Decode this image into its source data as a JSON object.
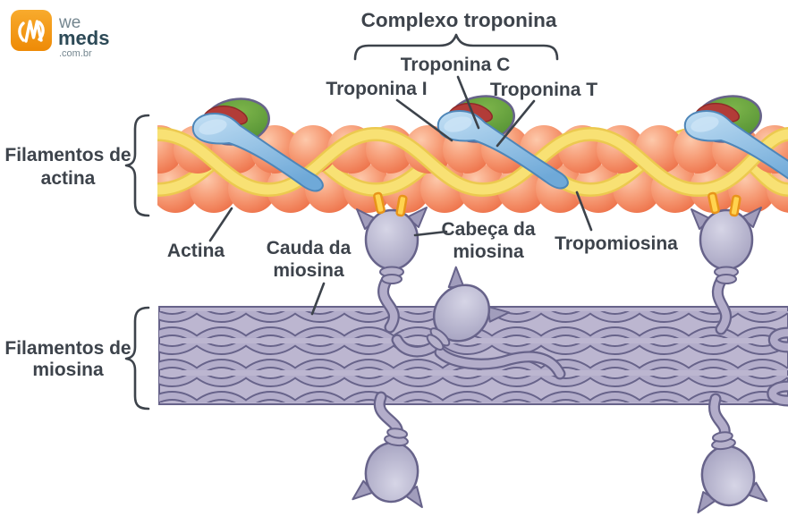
{
  "logo": {
    "brand_top": "we",
    "brand_bottom": "meds",
    "domain": ".com.br",
    "icon": "wemeds-monogram-icon"
  },
  "labels": {
    "complexo_troponina": "Complexo troponina",
    "troponina_c": "Troponina C",
    "troponina_i": "Troponina I",
    "troponina_t": "Troponina T",
    "filamentos_actina_1": "Filamentos de",
    "filamentos_actina_2": "actina",
    "actina": "Actina",
    "cauda_1": "Cauda da",
    "cauda_2": "miosina",
    "cabeca_1": "Cabeça da",
    "cabeca_2": "miosina",
    "tropomiosina": "Tropomiosina",
    "filamentos_miosina_1": "Filamentos de",
    "filamentos_miosina_2": "miosina"
  },
  "colors": {
    "label": "#3d434b",
    "actin": "#f2825c",
    "actin-light": "#fdc9ab",
    "tropomyosin": "#f8e174",
    "tropomyosin-shade": "#ecc94f",
    "troponin-green": "#579338",
    "troponin-red": "#b23c38",
    "troponin-blue": "#7db7e4",
    "myosin-fill": "#bcb6d0",
    "myosin-rope": "#b3adca",
    "myosin-outline": "#67638a",
    "marker-yellow": "#ffd34f",
    "marker-border": "#e8941a",
    "logo-orange": "#f59b1b",
    "brand-dark": "#2d4a57",
    "brand-gray": "#74868f"
  }
}
